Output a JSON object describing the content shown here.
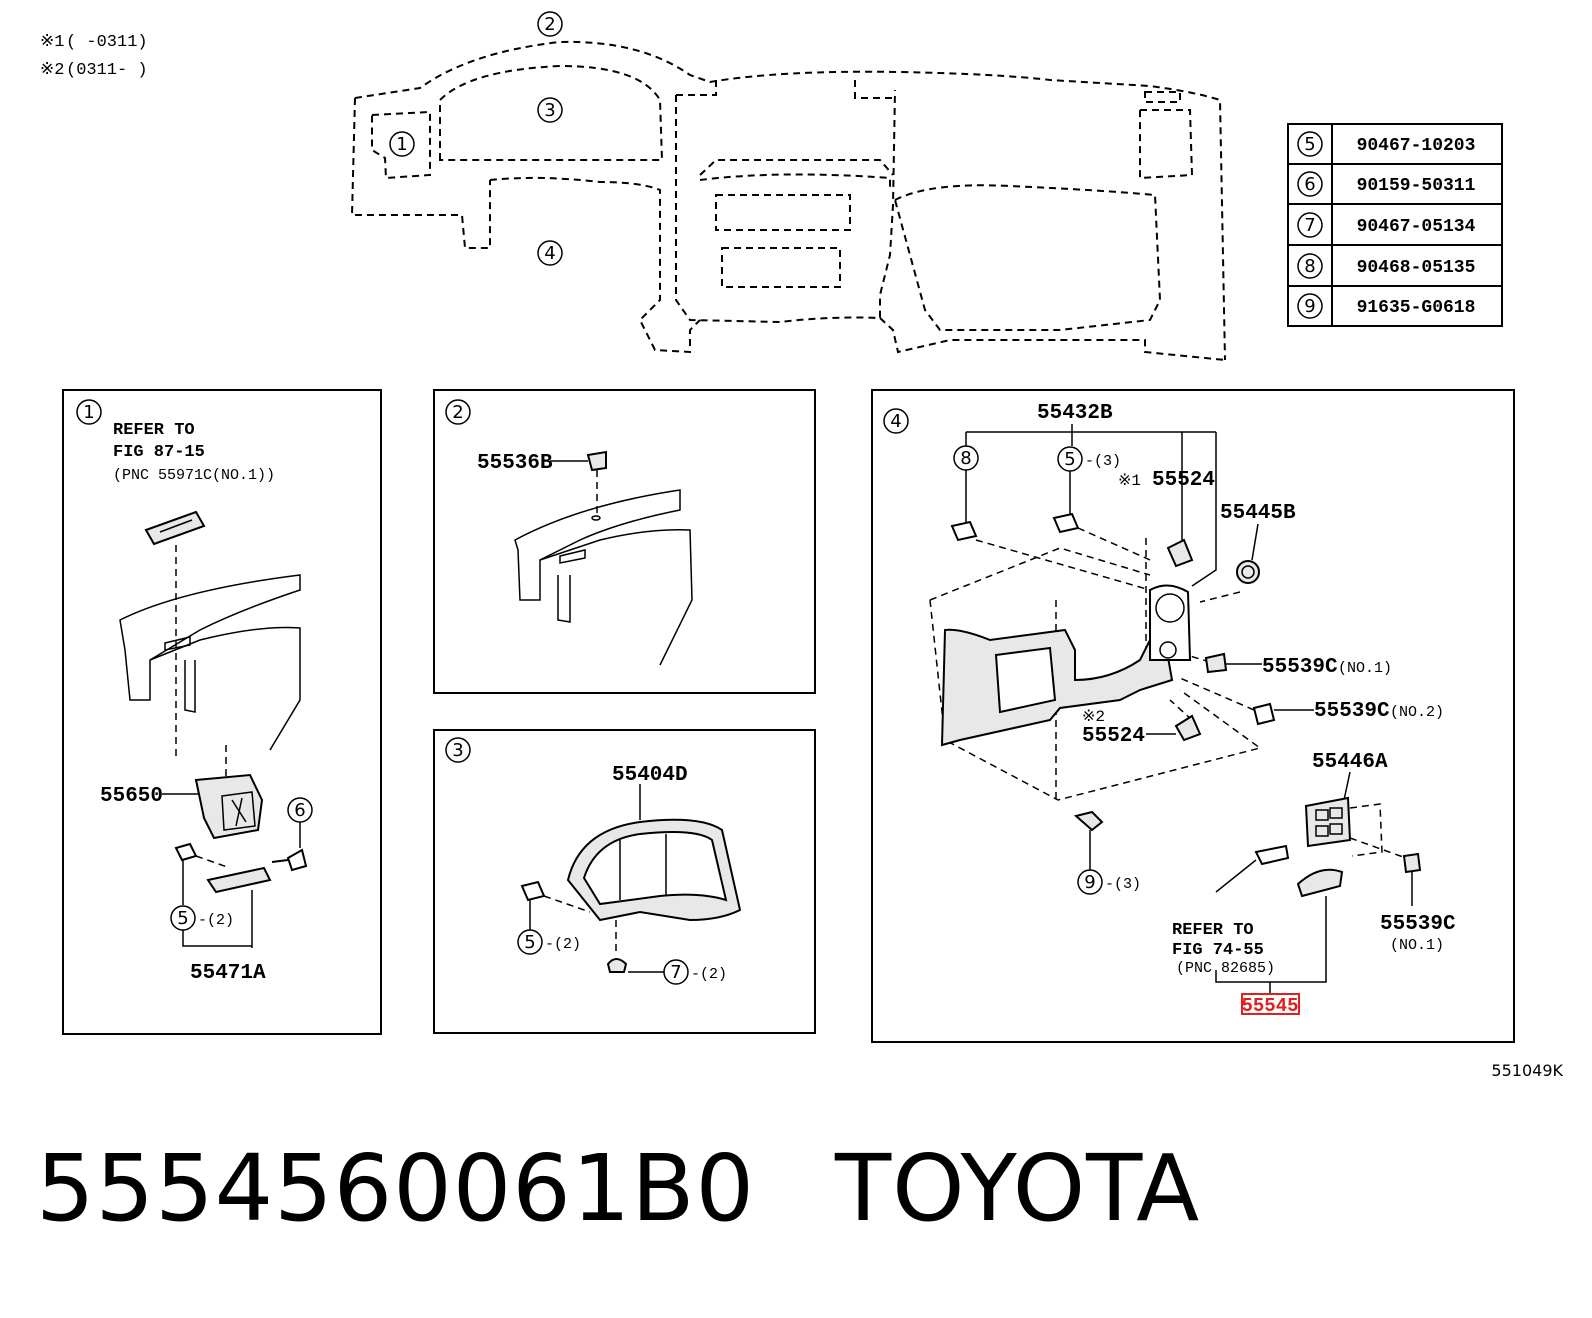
{
  "notes": {
    "note1_mark": "※1",
    "note1_range": "(     -0311)",
    "note2_mark": "※2",
    "note2_range": "(0311-     )"
  },
  "diagram_id": "551049K",
  "caption": {
    "part_number": "5554560061B0",
    "brand": "TOYOTA"
  },
  "overview_labels": [
    "1",
    "2",
    "3",
    "4"
  ],
  "parts_table": [
    {
      "ref": "5",
      "part_no": "90467-10203"
    },
    {
      "ref": "6",
      "part_no": "90159-50311"
    },
    {
      "ref": "7",
      "part_no": "90467-05134"
    },
    {
      "ref": "8",
      "part_no": "90468-05135"
    },
    {
      "ref": "9",
      "part_no": "91635-G0618"
    }
  ],
  "panel1": {
    "id": "1",
    "refer_line1": "REFER TO",
    "refer_line2": "FIG 87-15",
    "refer_line3": "(PNC 55971C(NO.1))",
    "part_55650": "55650",
    "ref6": "6",
    "ref5": "5",
    "qty5": "-(2)",
    "part_55471A": "55471A"
  },
  "panel2": {
    "id": "2",
    "part_55536B": "55536B"
  },
  "panel3": {
    "id": "3",
    "part_55404D": "55404D",
    "ref5": "5",
    "qty5": "-(2)",
    "ref7": "7",
    "qty7": "-(2)"
  },
  "panel4": {
    "id": "4",
    "part_55432B": "55432B",
    "ref8": "8",
    "ref5": "5",
    "qty5": "-(3)",
    "note1": "※1",
    "part_55524_a": "55524",
    "part_55445B": "55445B",
    "part_55539C_1": "55539C",
    "no1": "(NO.1)",
    "part_55539C_2": "55539C",
    "no2": "(NO.2)",
    "note2": "※2",
    "part_55524_b": "55524",
    "part_55446A": "55446A",
    "ref9": "9",
    "qty9": "-(3)",
    "refer_line1": "REFER TO",
    "refer_line2": "FIG 74-55",
    "refer_line3": "(PNC 82685)",
    "part_55539C_3": "55539C",
    "no1_b": "(NO.1)",
    "part_55545": "55545"
  },
  "colors": {
    "highlight": "#e02020",
    "line": "#000000",
    "background": "#ffffff"
  }
}
